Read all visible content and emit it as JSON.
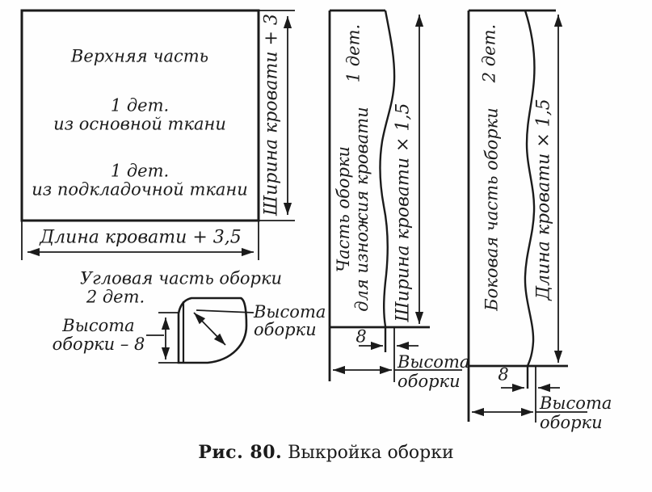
{
  "colors": {
    "ink": "#1b1b1b",
    "paper": "#fefefe"
  },
  "caption": {
    "figure": "Рис. 80.",
    "title": " Выкройка оборки"
  },
  "top_piece": {
    "title": "Верхняя часть",
    "count_1": "1 дет.",
    "material_1": "из основной ткани",
    "count_2": "1 дет.",
    "material_2": "из подкладочной ткани",
    "length_label": "Длина кровати + 3,5",
    "width_label": "Ширина кровати + 3"
  },
  "corner_piece": {
    "title": "Угловая часть оборки",
    "count": "2 дет.",
    "left_label_line1": "Высота",
    "left_label_line2": "оборки – 8",
    "right_label_line1": "Высота",
    "right_label_line2": "оборки"
  },
  "foot_piece": {
    "count": "1 дет.",
    "name_line1": "Часть оборки",
    "name_line2": "для изножия кровати",
    "height_label": "Ширина кровати × 1,5",
    "gap_value": "8",
    "width_label_line1": "Высота",
    "width_label_line2": "оборки"
  },
  "side_piece": {
    "count": "2 дет.",
    "name": "Боковая часть оборки",
    "height_label": "Длина кровати × 1,5",
    "gap_value": "8",
    "width_label_line1": "Высота",
    "width_label_line2": "оборки"
  }
}
